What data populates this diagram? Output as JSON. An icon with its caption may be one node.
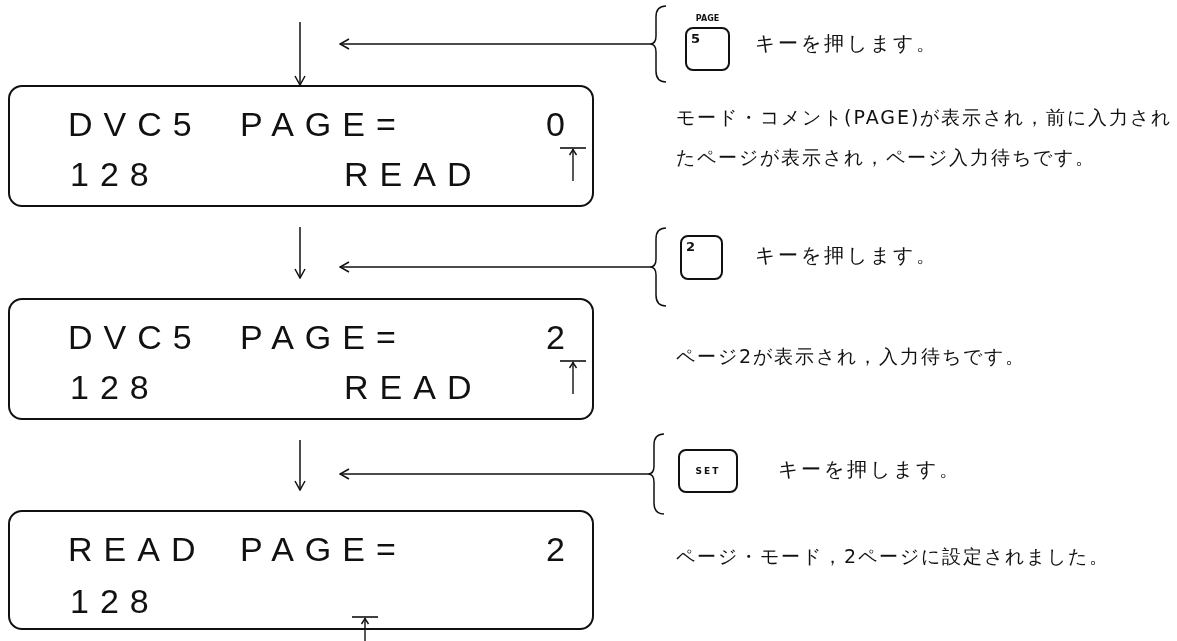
{
  "diagram": {
    "nodes": [
      {
        "text": [
          "キーを押します。"
        ]
      },
      {
        "text": [
          "PAGE",
          "5"
        ],
        "in": 0
      },
      {
        "text": [
          "DVC5",
          "PAGE=",
          "0",
          "128",
          "READ"
        ]
      },
      {
        "text": [
          "キーを押します。"
        ]
      },
      {
        "text": [
          "2"
        ],
        "in": 3
      },
      {
        "text": [
          "DVC5",
          "PAGE=",
          "2",
          "128",
          "READ"
        ]
      },
      {
        "text": [
          "キーを押します。"
        ]
      },
      {
        "text": [
          "SET"
        ],
        "in": 6
      },
      {
        "text": [
          "READ",
          "PAGE=",
          "2",
          "128"
        ]
      }
    ],
    "labels": [
      "モード・コメント(PAGE)が表示され，前に入力されたページが表示され，ページ入力待ちです。",
      "ページ2が表示され，入力待ちです。",
      "ページ・モード，2ページに設定されました。"
    ],
    "edges": [
      {
        "from": null,
        "to": 2,
        "arrow": "to"
      },
      {
        "from": 0,
        "to": null,
        "arrow": "to"
      },
      {
        "from": 2,
        "to": 5,
        "arrow": "to"
      },
      {
        "from": 3,
        "to": null,
        "arrow": "to"
      },
      {
        "from": 5,
        "to": 8,
        "arrow": "to"
      },
      {
        "from": 6,
        "to": null,
        "arrow": "to"
      }
    ]
  }
}
